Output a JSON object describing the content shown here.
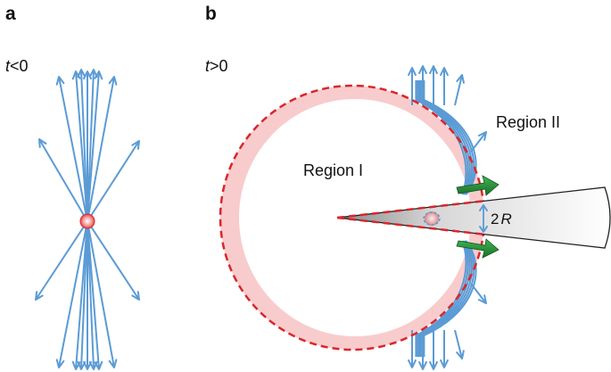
{
  "panels": [
    {
      "letter": "a",
      "condition_var": "t",
      "condition_rel": "<0"
    },
    {
      "letter": "b",
      "condition_var": "t",
      "condition_rel": ">0"
    }
  ],
  "labels": {
    "region_1": "Region I",
    "region_2": "Region II",
    "radius_prefix": "2",
    "radius_var": "R"
  },
  "colors": {
    "field_lines": "#5b9bd5",
    "ring_fill": "#f7c6c6",
    "ring_dashed": "#d9262c",
    "flow_arrows": "#2e9a3e",
    "source_core": "#e04a4a"
  }
}
